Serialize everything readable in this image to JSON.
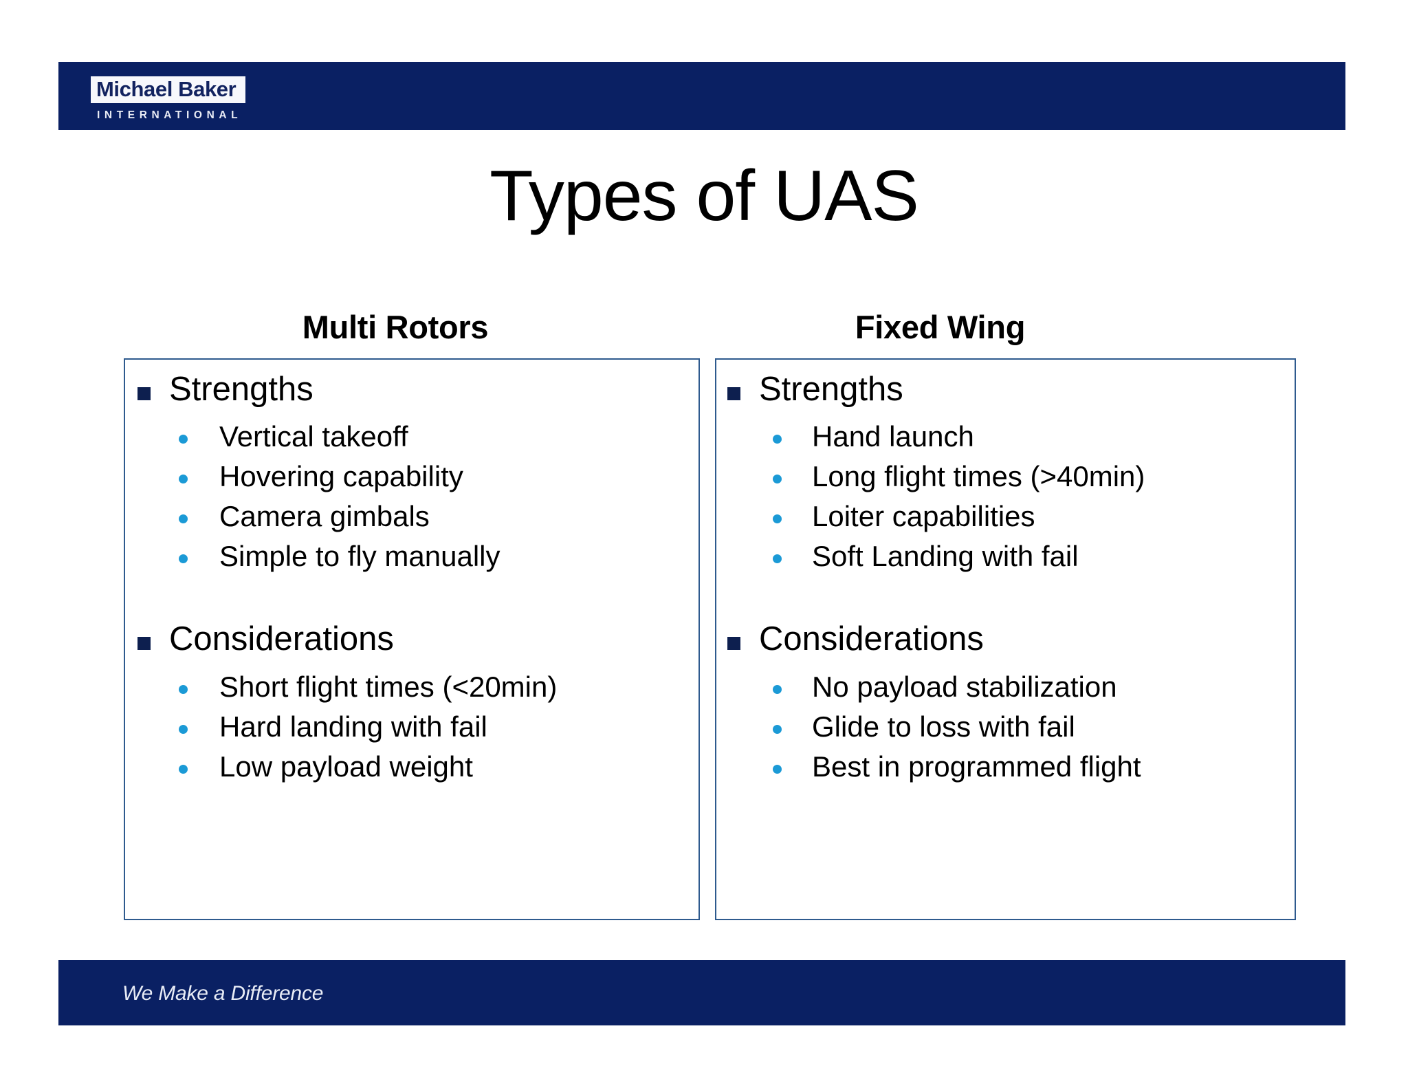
{
  "brand": {
    "logo_name": "Michael Baker",
    "logo_sub": "INTERNATIONAL",
    "navy": "#0a2063",
    "accent_bullet": "#1b9ad6",
    "square_bullet": "#0d1f4f",
    "box_border": "#2e5a8e"
  },
  "slide": {
    "title": "Types of UAS"
  },
  "columns": [
    {
      "heading": "Multi Rotors",
      "groups": [
        {
          "title": "Strengths",
          "items": [
            "Vertical takeoff",
            "Hovering capability",
            "Camera gimbals",
            "Simple to fly manually"
          ]
        },
        {
          "title": "Considerations",
          "items": [
            "Short flight times (<20min)",
            "Hard landing with fail",
            "Low payload weight"
          ]
        }
      ]
    },
    {
      "heading": "Fixed Wing",
      "groups": [
        {
          "title": "Strengths",
          "items": [
            "Hand launch",
            "Long flight times (>40min)",
            "Loiter capabilities",
            "Soft Landing with fail"
          ]
        },
        {
          "title": "Considerations",
          "items": [
            "No payload stabilization",
            "Glide to loss with fail",
            "Best in programmed flight"
          ]
        }
      ]
    }
  ],
  "footer": {
    "tagline": "We Make a Difference"
  }
}
